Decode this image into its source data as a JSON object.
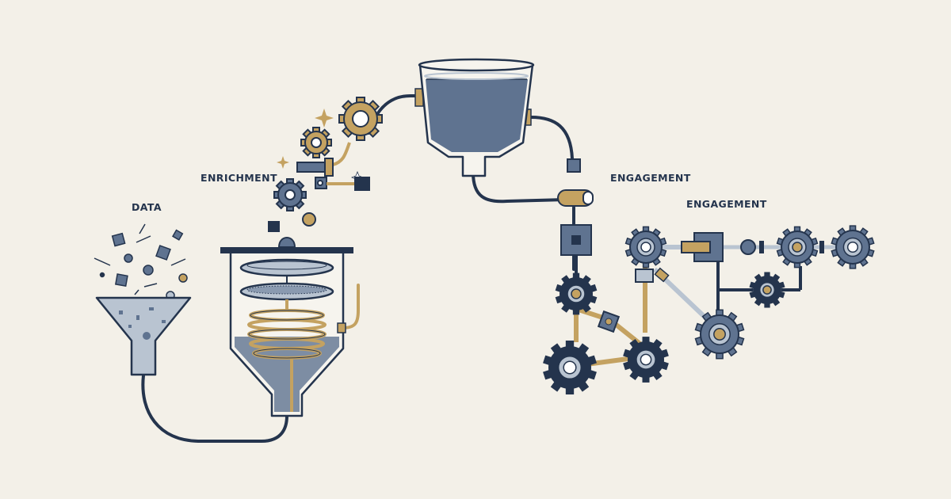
{
  "stages": {
    "data": "DATA",
    "enrichment": "ENRICHMENT",
    "engagement_1": "ENGAGEMENT",
    "engagement_2": "ENGAGEMENT"
  },
  "colors": {
    "background": "#f3f0e8",
    "navy": "#24344d",
    "slate": "#5f7390",
    "light_slate": "#b9c4d1",
    "gold": "#c4a261",
    "white": "#ffffff"
  },
  "icons": [
    "funnel-icon",
    "filter-tank-icon",
    "gear-icon",
    "hopper-icon",
    "piston-icon",
    "sparkle-icon"
  ]
}
